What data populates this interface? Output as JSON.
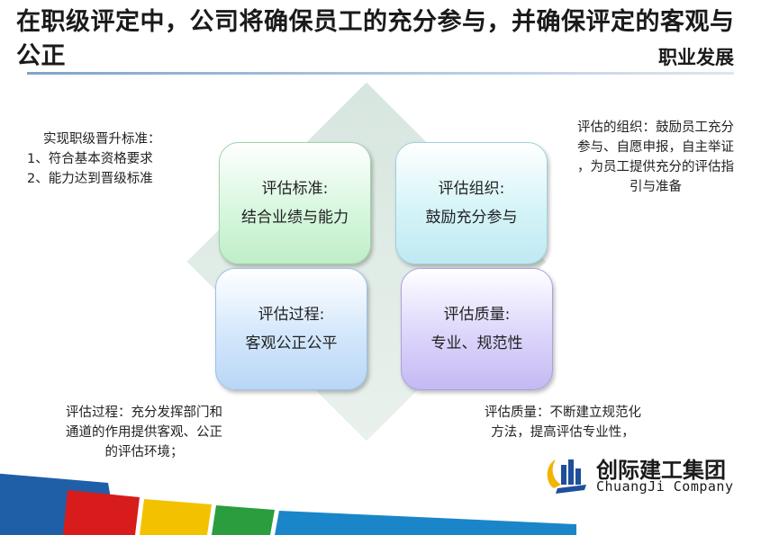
{
  "header": {
    "title": "在职级评定中，公司将确保员工的充分参与，并确保评定的客观与公正",
    "section": "职业发展"
  },
  "quadrants": [
    {
      "heading": "评估标准:",
      "body": "结合业绩与能力"
    },
    {
      "heading": "评估组织:",
      "body": "鼓励充分参与"
    },
    {
      "heading": "评估过程:",
      "body": "客观公正公平"
    },
    {
      "heading": "评估质量:",
      "body": "专业、规范性"
    }
  ],
  "notes": {
    "top_left": [
      "实现职级晋升标准：",
      "1、符合基本资格要求",
      "2、能力达到晋级标准"
    ],
    "top_right": [
      "评估的组织：鼓励员工充分",
      "参与、自愿申报，自主举证",
      "，为员工提供充分的评估指",
      "引与准备"
    ],
    "bottom_left": [
      "评估过程：充分发挥部门和",
      "通道的作用提供客观、公正",
      "的评估环境；"
    ],
    "bottom_right": [
      "评估质量：不断建立规范化",
      "方法，提高评估专业性，"
    ]
  },
  "logo": {
    "name": "创际建工集团",
    "english": "ChuangJi Company"
  },
  "colors": {
    "stripe": [
      "#1f5fa8",
      "#d81b1b",
      "#f2c200",
      "#2a9d3e",
      "#1a86c9"
    ]
  }
}
